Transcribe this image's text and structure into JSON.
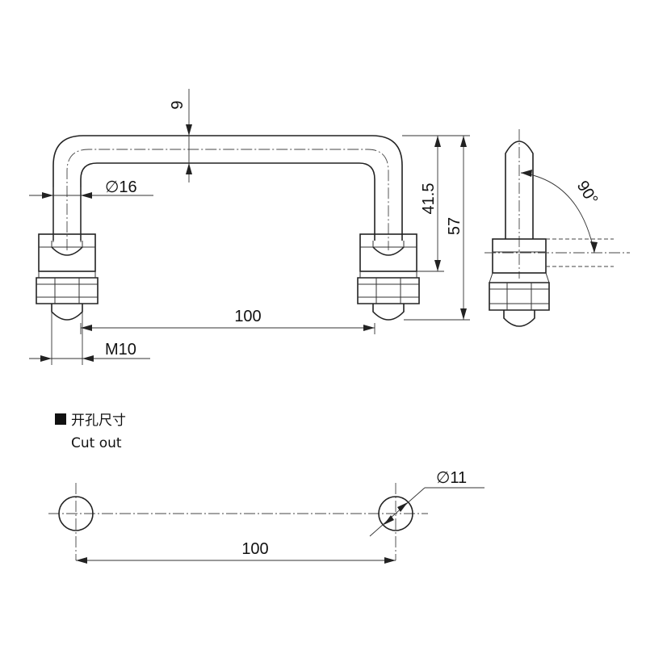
{
  "dimensions": {
    "top_thickness": "9",
    "rod_diameter": "∅16",
    "inner_height": "41.5",
    "total_height": "57",
    "angle": "90°",
    "center_distance": "100",
    "thread": "M10"
  },
  "cutout": {
    "title_cn": "开孔尺寸",
    "title_en": "Cut out",
    "hole_diameter": "∅11",
    "hole_distance": "100"
  },
  "colors": {
    "line": "#222222",
    "background": "#ffffff"
  }
}
